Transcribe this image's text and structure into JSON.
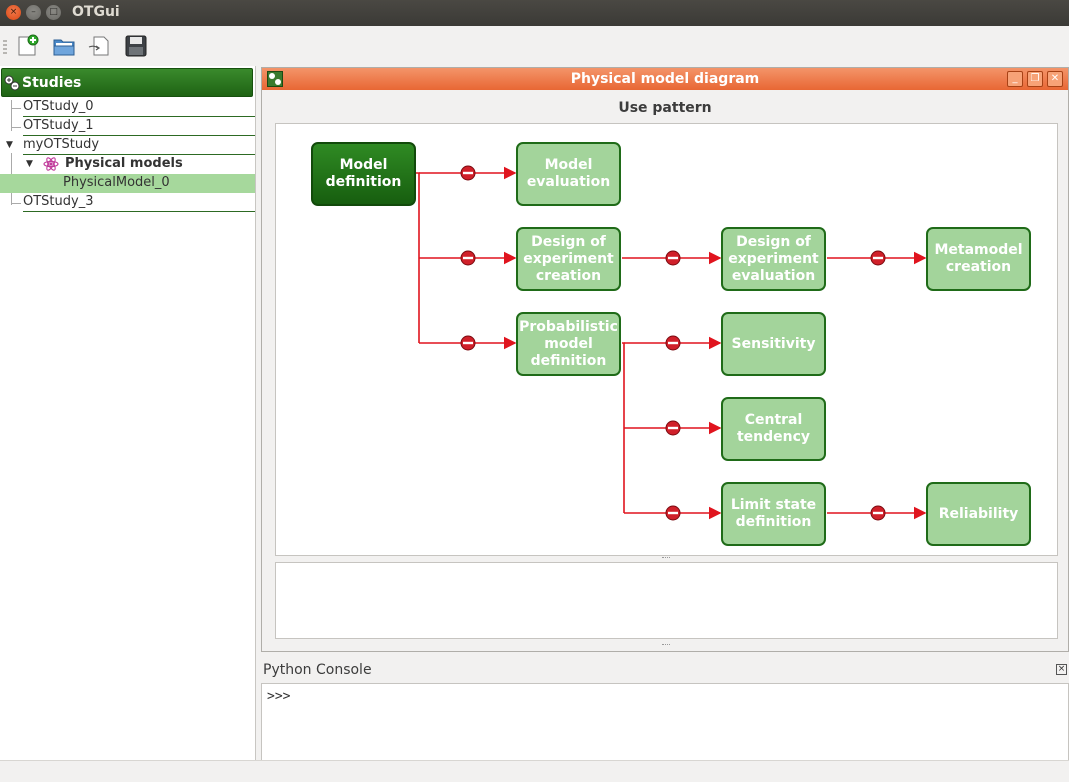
{
  "app": {
    "title": "OTGui"
  },
  "window_buttons": {
    "close": "×",
    "minimize": "–",
    "maximize": "□"
  },
  "toolbar": {
    "items": [
      "new-study-icon",
      "open-study-icon",
      "import-python-icon",
      "save-icon"
    ]
  },
  "studies": {
    "header": "Studies",
    "items": [
      {
        "label": "OTStudy_0"
      },
      {
        "label": "OTStudy_1"
      },
      {
        "label": "myOTStudy",
        "expanded": true
      },
      {
        "label": "Physical models",
        "expanded": true
      },
      {
        "label": "PhysicalModel_0",
        "selected": true
      },
      {
        "label": "OTStudy_3"
      }
    ]
  },
  "diagram_window": {
    "title": "Physical model diagram",
    "subtitle": "Use pattern",
    "buttons": {
      "minimize": "_",
      "restore": "❐",
      "close": "✕"
    },
    "nodes": {
      "model_definition": "Model definition",
      "model_evaluation": "Model evaluation",
      "doe_creation": "Design of experiment creation",
      "doe_evaluation": "Design of experiment evaluation",
      "metamodel_creation": "Metamodel creation",
      "probabilistic_model": "Probabilistic model definition",
      "sensitivity": "Sensitivity",
      "central_tendency": "Central tendency",
      "limit_state": "Limit state definition",
      "reliability": "Reliability"
    },
    "colors": {
      "node_fill": "#a3d49b",
      "node_border": "#1f6b18",
      "active_fill": "#2f8a23",
      "arrow": "#e0141e"
    }
  },
  "console": {
    "title": "Python Console",
    "prompt": ">>>",
    "close": "×"
  }
}
